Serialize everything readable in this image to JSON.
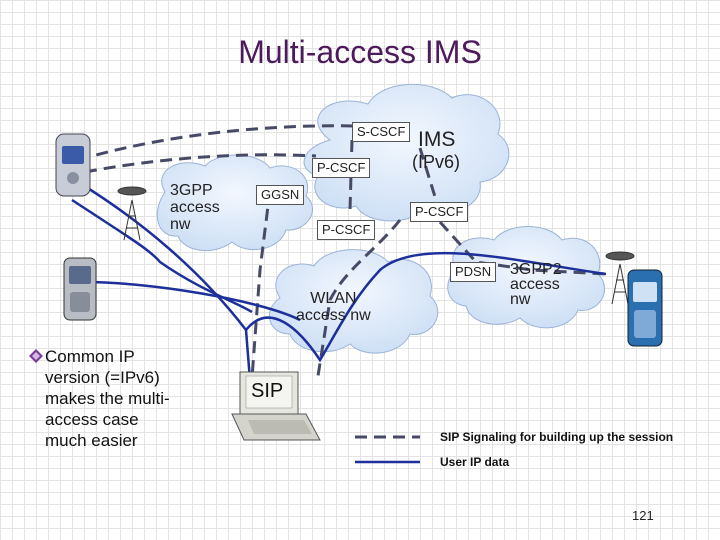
{
  "slide": {
    "title": "Multi-access IMS",
    "page_number": "121"
  },
  "nodes": {
    "s_cscf": "S-CSCF",
    "p_cscf_top": "P-CSCF",
    "ggsn": "GGSN",
    "p_cscf_mid": "P-CSCF",
    "p_cscf_right": "P-CSCF",
    "pdsn": "PDSN"
  },
  "networks": {
    "ims": "IMS",
    "ipv6": "(IPv6)",
    "gpp3_line1": "3GPP",
    "gpp3_line2": "access",
    "gpp3_line3": "nw",
    "wlan_line1": "WLAN",
    "wlan_line2": "access nw",
    "gpp2_line1": "3GPP2",
    "gpp2_line2": "access",
    "gpp2_line3": "nw"
  },
  "devices": {
    "laptop_label": "SIP"
  },
  "bullet": {
    "line1": "Common IP",
    "line2": "version (=IPv6)",
    "line3": "makes the multi-",
    "line4": "access case",
    "line5": "much easier"
  },
  "legend": {
    "signaling": "SIP Signaling for building up the session",
    "user_data": "User IP data"
  },
  "colors": {
    "title": "#4d1a5c",
    "cloud_fill": "#d6e4f7",
    "signaling_line": "#474a66",
    "user_data_line": "#1d2f9a",
    "bullet_icon": "#7a3d99"
  }
}
